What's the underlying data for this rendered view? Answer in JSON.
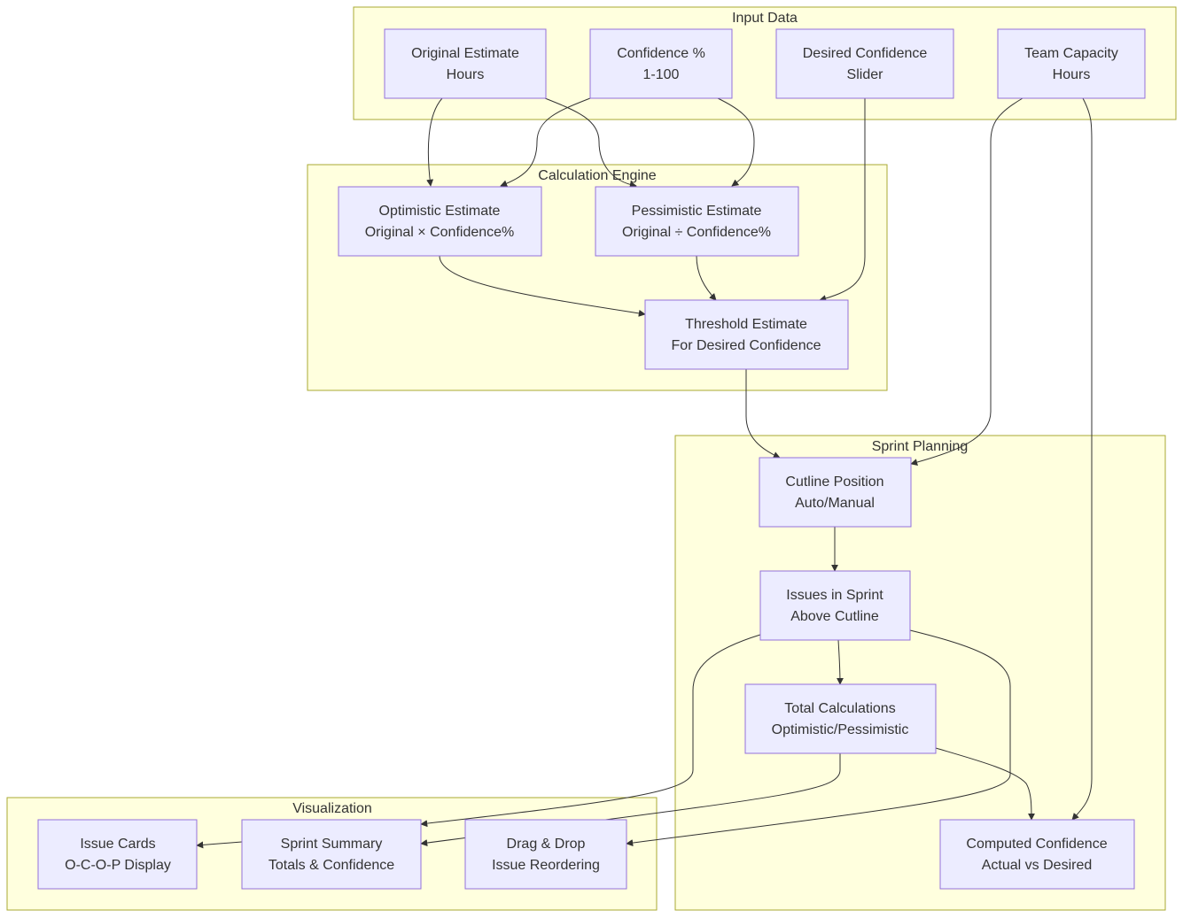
{
  "colors": {
    "cluster_fill": "#ffffde",
    "cluster_stroke": "#aaaa33",
    "node_fill": "#ececff",
    "node_stroke": "#9370db",
    "edge": "#333333",
    "text": "#333333"
  },
  "clusters": {
    "input_data": "Input Data",
    "calc_engine": "Calculation Engine",
    "sprint_planning": "Sprint Planning",
    "visualization": "Visualization"
  },
  "nodes": {
    "original_estimate": {
      "line1": "Original Estimate",
      "line2": "Hours"
    },
    "confidence_pct": {
      "line1": "Confidence %",
      "line2": "1-100"
    },
    "desired_confidence": {
      "line1": "Desired Confidence",
      "line2": "Slider"
    },
    "team_capacity": {
      "line1": "Team Capacity",
      "line2": "Hours"
    },
    "optimistic_estimate": {
      "line1": "Optimistic Estimate",
      "line2": "Original × Confidence%"
    },
    "pessimistic_estimate": {
      "line1": "Pessimistic Estimate",
      "line2": "Original ÷ Confidence%"
    },
    "threshold_estimate": {
      "line1": "Threshold Estimate",
      "line2": "For Desired Confidence"
    },
    "cutline_position": {
      "line1": "Cutline Position",
      "line2": "Auto/Manual"
    },
    "issues_in_sprint": {
      "line1": "Issues in Sprint",
      "line2": "Above Cutline"
    },
    "total_calculations": {
      "line1": "Total Calculations",
      "line2": "Optimistic/Pessimistic"
    },
    "computed_confidence": {
      "line1": "Computed Confidence",
      "line2": "Actual vs Desired"
    },
    "issue_cards": {
      "line1": "Issue Cards",
      "line2": "O-C-O-P Display"
    },
    "sprint_summary": {
      "line1": "Sprint Summary",
      "line2": "Totals & Confidence"
    },
    "drag_drop": {
      "line1": "Drag & Drop",
      "line2": "Issue Reordering"
    }
  }
}
